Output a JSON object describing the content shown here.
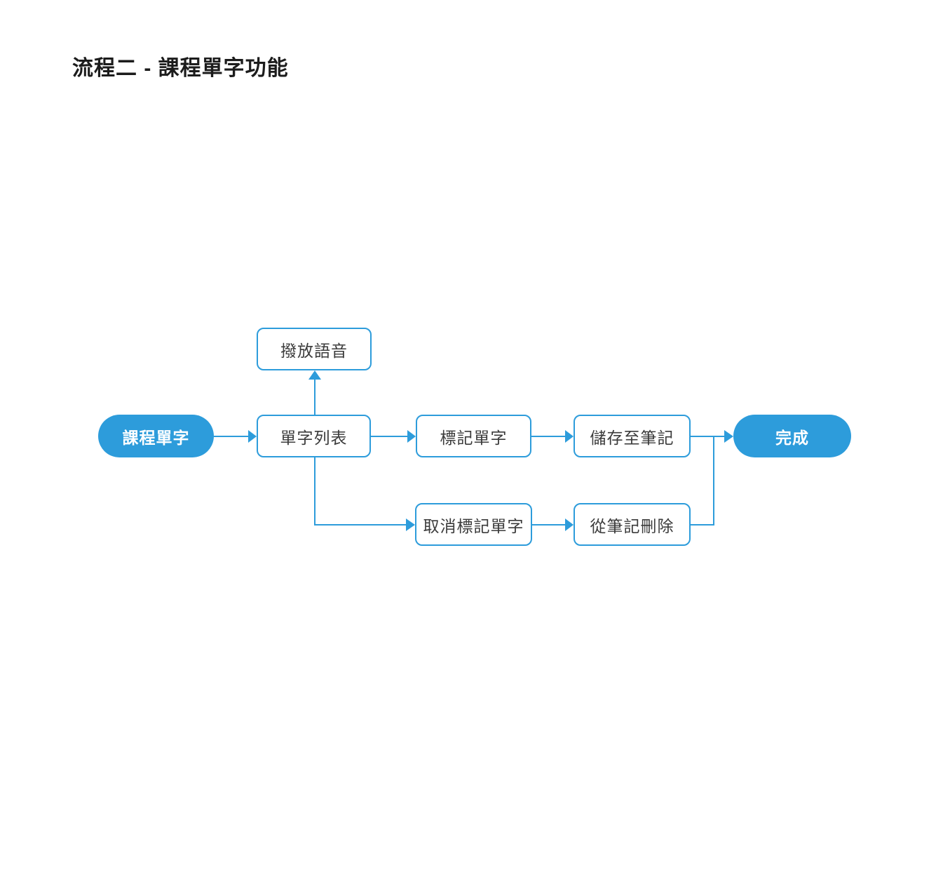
{
  "title": "流程二 - 課程單字功能",
  "colors": {
    "accent_blue": "#2d9cdb",
    "node_text": "#3b3b3b",
    "title_text": "#1c1c1c",
    "background": "#ffffff"
  },
  "diagram": {
    "nodes": [
      {
        "id": "start",
        "label": "課程單字",
        "type": "terminator"
      },
      {
        "id": "word-list",
        "label": "單字列表",
        "type": "process"
      },
      {
        "id": "play-audio",
        "label": "撥放語音",
        "type": "process"
      },
      {
        "id": "mark-word",
        "label": "標記單字",
        "type": "process"
      },
      {
        "id": "save-to-notes",
        "label": "儲存至筆記",
        "type": "process"
      },
      {
        "id": "unmark-word",
        "label": "取消標記單字",
        "type": "process"
      },
      {
        "id": "delete-from-notes",
        "label": "從筆記刪除",
        "type": "process"
      },
      {
        "id": "done",
        "label": "完成",
        "type": "terminator"
      }
    ],
    "edges": [
      {
        "from": "start",
        "to": "word-list"
      },
      {
        "from": "word-list",
        "to": "play-audio"
      },
      {
        "from": "word-list",
        "to": "mark-word"
      },
      {
        "from": "mark-word",
        "to": "save-to-notes"
      },
      {
        "from": "save-to-notes",
        "to": "done"
      },
      {
        "from": "word-list",
        "to": "unmark-word"
      },
      {
        "from": "unmark-word",
        "to": "delete-from-notes"
      },
      {
        "from": "delete-from-notes",
        "to": "done"
      }
    ]
  }
}
